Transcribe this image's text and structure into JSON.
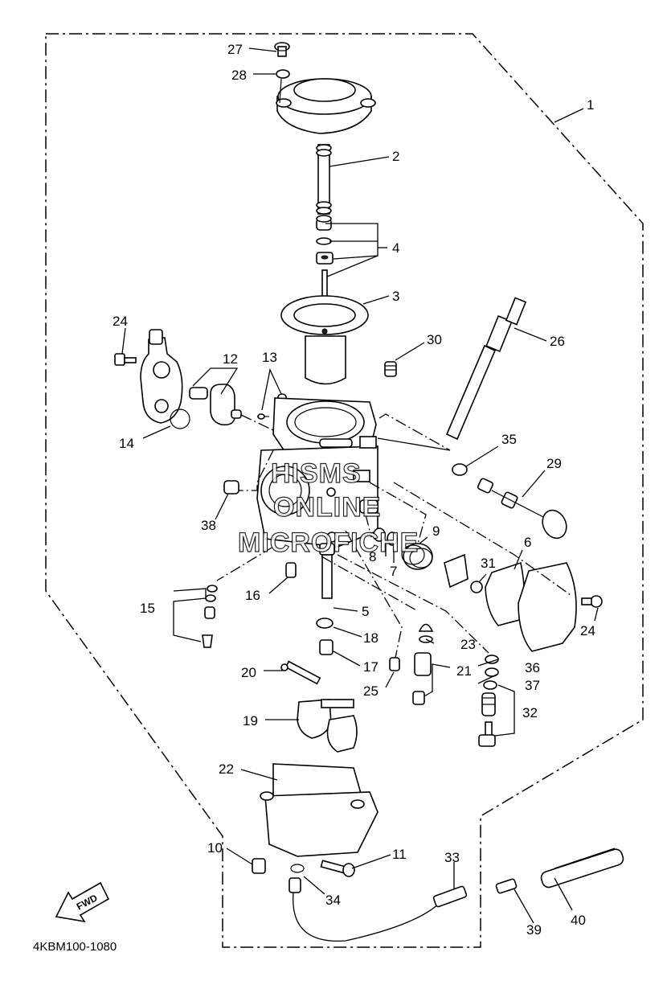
{
  "diagram": {
    "code": "4KBM100-1080",
    "fwd_label": "FWD",
    "watermark": [
      "HISMS",
      "ONLINE",
      "MICROFICHE"
    ],
    "callouts": [
      "1",
      "2",
      "3",
      "4",
      "5",
      "6",
      "7",
      "8",
      "9",
      "10",
      "11",
      "12",
      "13",
      "14",
      "15",
      "16",
      "17",
      "18",
      "19",
      "20",
      "21",
      "22",
      "23",
      "24",
      "24",
      "25",
      "26",
      "27",
      "28",
      "29",
      "30",
      "31",
      "32",
      "33",
      "34",
      "35",
      "36",
      "37",
      "38",
      "39",
      "40"
    ]
  }
}
